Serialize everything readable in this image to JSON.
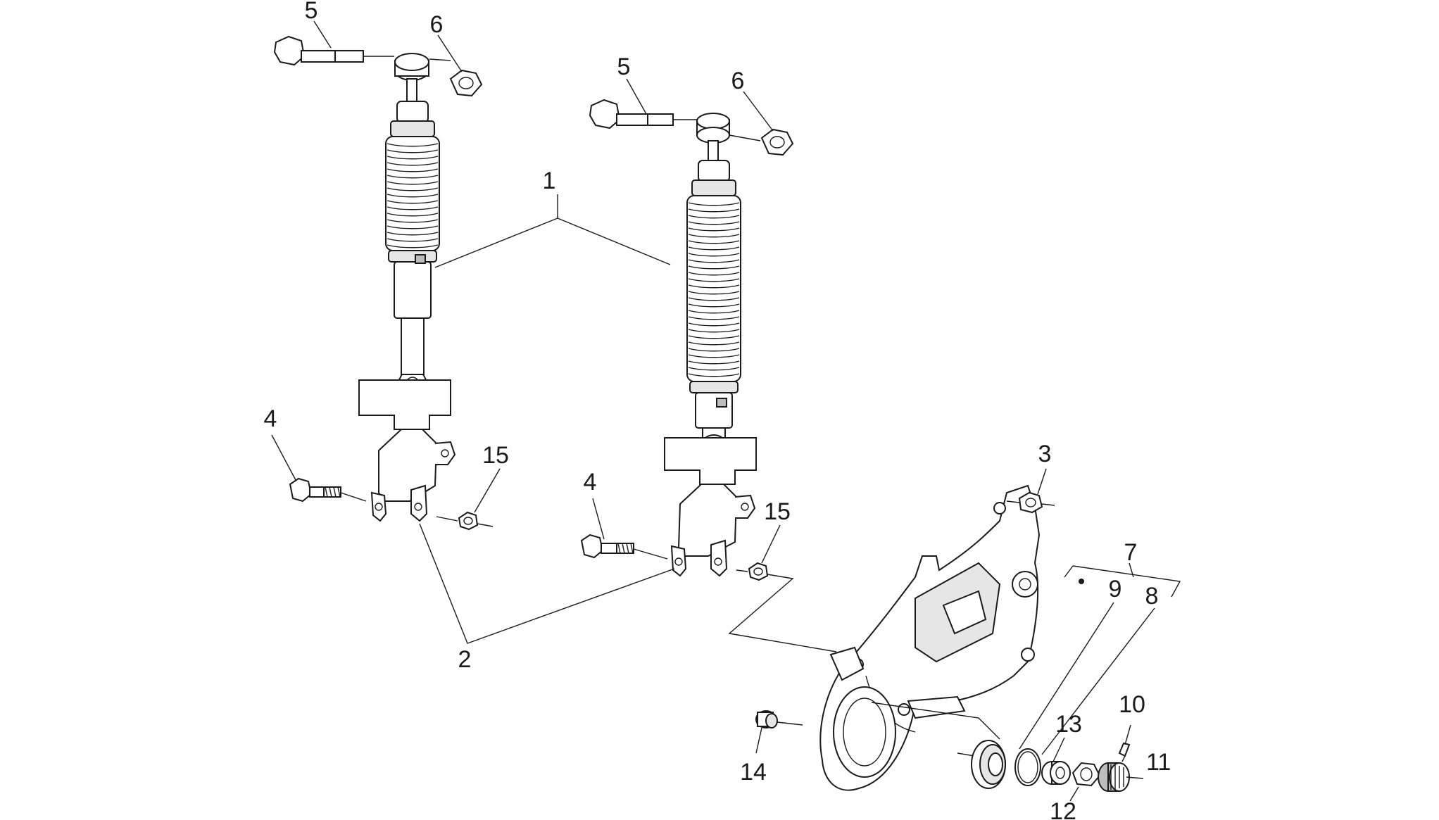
{
  "callouts": {
    "c1": "1",
    "c2": "2",
    "c3": "3",
    "c4a": "4",
    "c4b": "4",
    "c5a": "5",
    "c5b": "5",
    "c6a": "6",
    "c6b": "6",
    "c7": "7",
    "c8": "8",
    "c9": "9",
    "c10": "10",
    "c11": "11",
    "c12": "12",
    "c13": "13",
    "c14": "14",
    "c15a": "15",
    "c15b": "15"
  },
  "colors": {
    "line": "#1a1a1a",
    "background": "#ffffff"
  }
}
